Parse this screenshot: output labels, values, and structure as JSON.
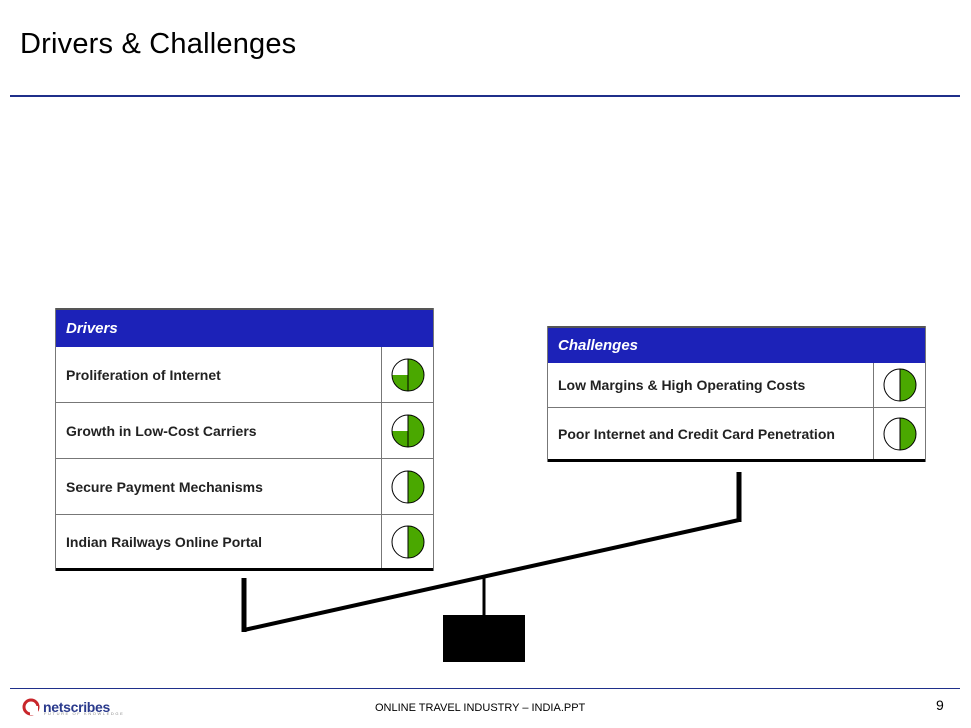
{
  "slide": {
    "title": "Drivers & Challenges",
    "footer": "ONLINE TRAVEL INDUSTRY – INDIA.PPT",
    "page_number": "9",
    "logo_text": "netscribes",
    "logo_tagline": "FUTURE OF KNOWLEDGE"
  },
  "drivers": {
    "header": "Drivers",
    "items": [
      {
        "label": "Proliferation of Internet",
        "rating": 0.75
      },
      {
        "label": "Growth in Low-Cost Carriers",
        "rating": 0.75
      },
      {
        "label": "Secure Payment Mechanisms",
        "rating": 0.5
      },
      {
        "label": "Indian Railways Online Portal",
        "rating": 0.5
      }
    ]
  },
  "challenges": {
    "header": "Challenges",
    "items": [
      {
        "label": "Low Margins & High Operating Costs",
        "rating": 0.5
      },
      {
        "label": "Poor Internet and Credit Card Penetration",
        "rating": 0.5
      }
    ]
  },
  "colors": {
    "header_blue": "#1c22b8",
    "rule_blue": "#1f2f8a",
    "rating_green": "#4aa800",
    "arrow_gray": "#d0d0d0"
  }
}
